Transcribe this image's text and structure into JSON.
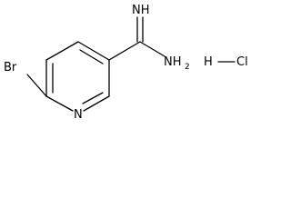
{
  "molecule": {
    "atoms": {
      "br": "Br",
      "n_ring": "N",
      "imine": "NH",
      "amine_n": "NH",
      "amine_sub": "2",
      "h_salt": "H",
      "cl_salt": "Cl"
    }
  }
}
